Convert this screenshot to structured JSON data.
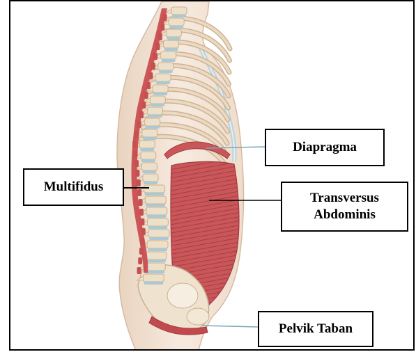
{
  "labels": {
    "diapragma": "Diapragma",
    "multifidus": "Multifidus",
    "transversus_line1": "Transversus",
    "transversus_line2": "Abdominis",
    "pelvik_taban": "Pelvik Taban"
  },
  "colors": {
    "skin": "#f3e4d6",
    "skin_outline": "#d9bfa8",
    "rib": "#ecd9c2",
    "rib_line": "#cdb293",
    "vertebra": "#eee0c8",
    "disc": "#a9c9d6",
    "muscle": "#c6504f",
    "muscle_light": "#dc8a84",
    "pointer_line": "#7aa6b8"
  }
}
